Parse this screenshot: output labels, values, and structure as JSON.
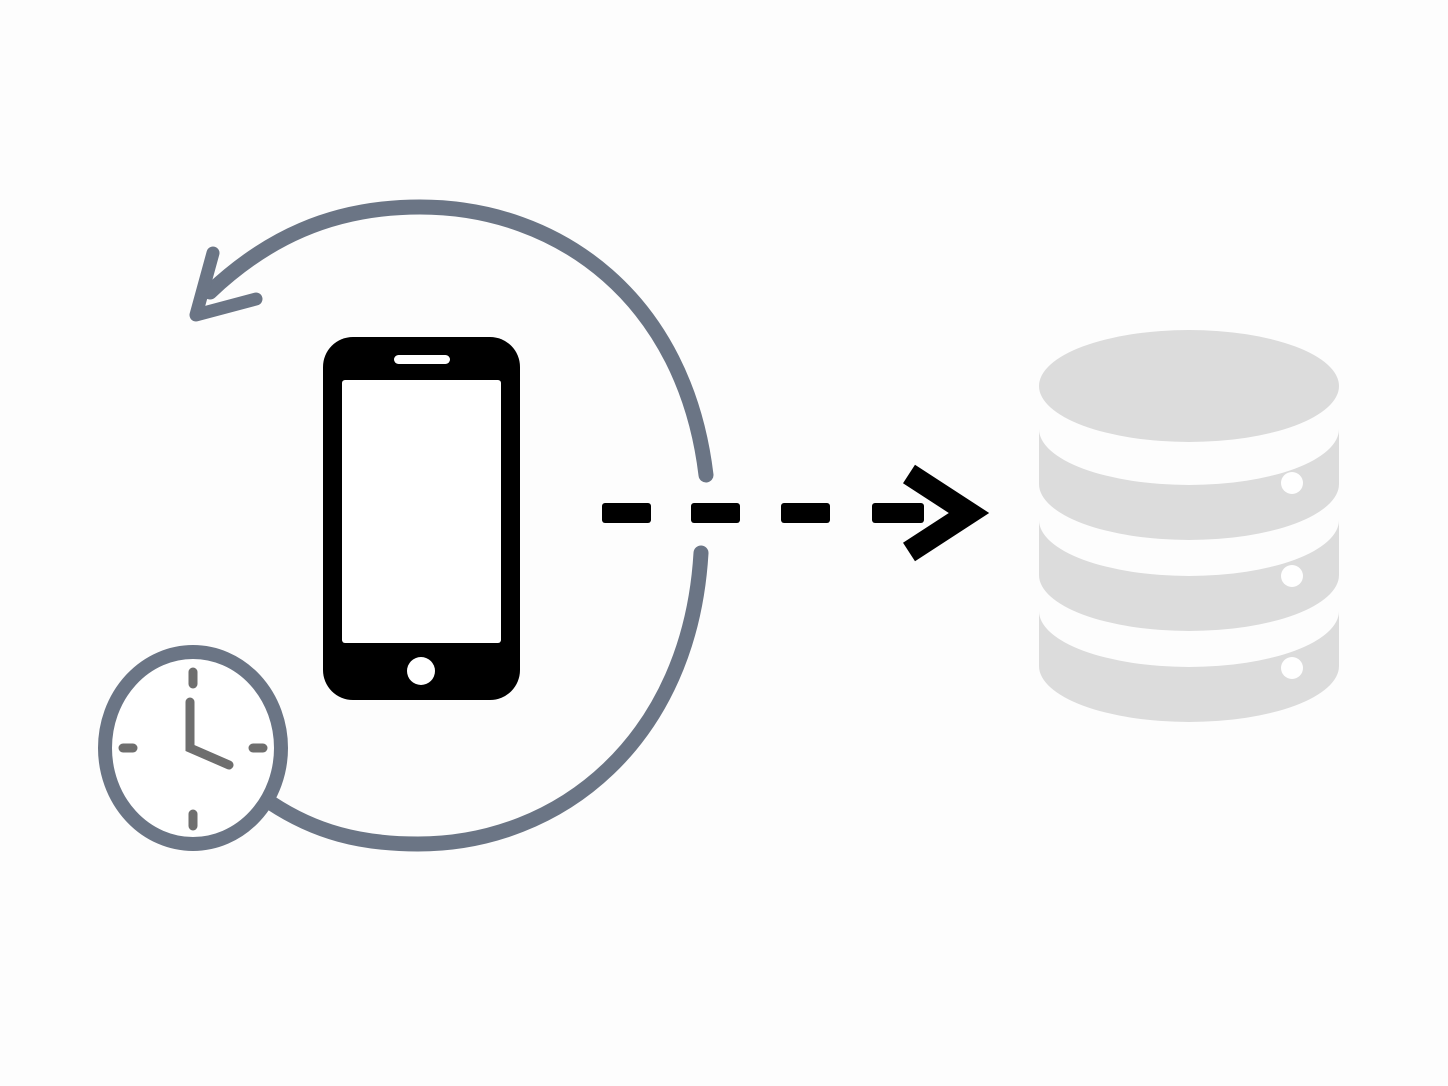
{
  "diagram": {
    "nodes": [
      {
        "id": "phone",
        "icon": "smartphone-icon"
      },
      {
        "id": "clock",
        "icon": "clock-icon"
      },
      {
        "id": "database",
        "icon": "database-icon",
        "tiers": 3
      }
    ],
    "edges": [
      {
        "from": "phone",
        "to": "database",
        "style": "dashed",
        "arrowhead": "end"
      },
      {
        "from": "clock",
        "to": "phone",
        "style": "solid",
        "shape": "circular-loop",
        "direction": "counter-clockwise"
      }
    ],
    "colors": {
      "background": "#fdfdfd",
      "phone": "#000000",
      "phone_screen": "#ffffff",
      "cycle": "#6b7585",
      "clock_ticks": "#6e6e6e",
      "arrow": "#000000",
      "database": "#dcdcdc",
      "database_dots": "#ffffff"
    }
  }
}
